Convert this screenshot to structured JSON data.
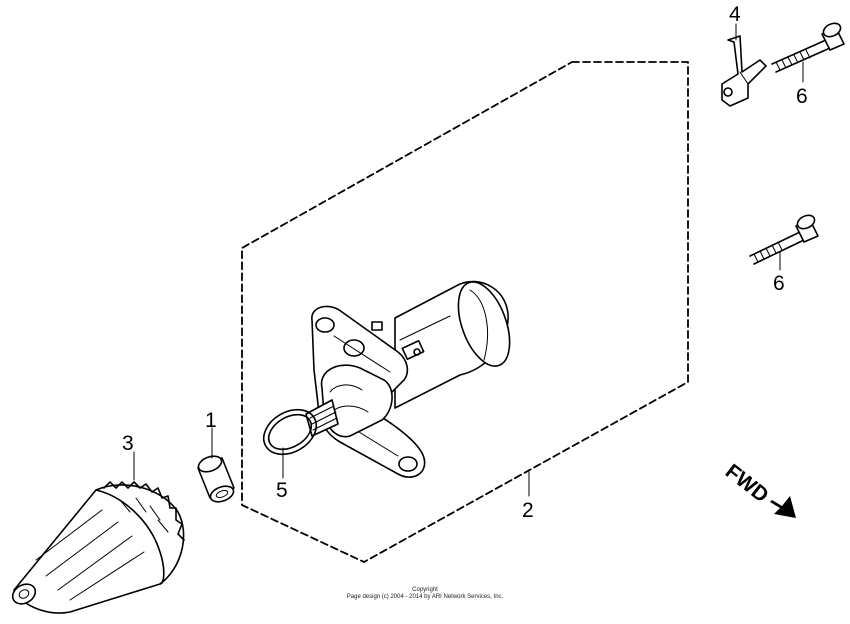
{
  "callouts": {
    "bushing": "1",
    "starting_motor_assembly": "2",
    "starting_clutch_gear": "3",
    "cable_clamp_bracket": "4",
    "o_ring": "5",
    "upper_flange_bolt": "6",
    "lower_flange_bolt": "6"
  },
  "direction_label": "FWD",
  "copyright": {
    "line1": "Copyright",
    "line2": "Page design (c) 2004 - 2014 by ARI Network Services, Inc."
  }
}
